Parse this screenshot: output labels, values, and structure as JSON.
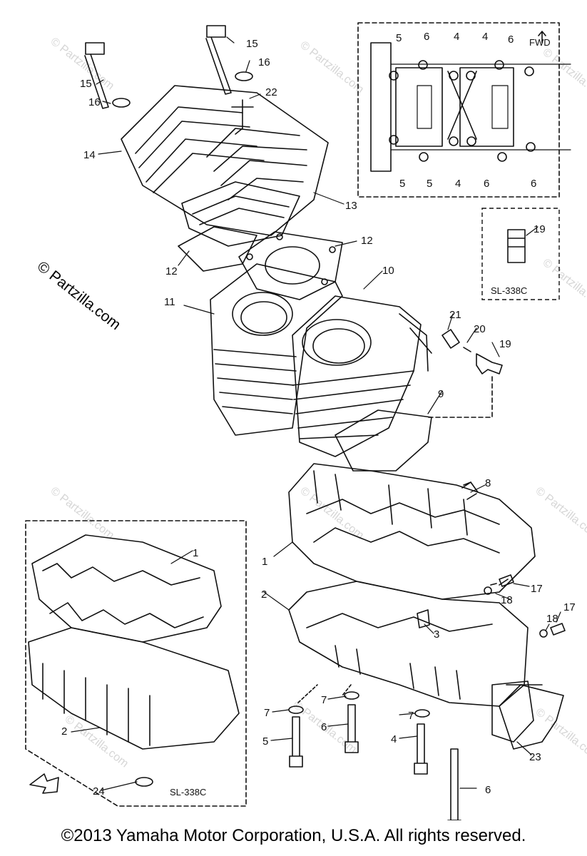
{
  "copyright_footer": "©2013 Yamaha Motor Corporation, U.S.A. All rights reserved.",
  "side_watermark": "© Partzilla.com",
  "watermark": "© Partzilla.com",
  "fwd_label": "FWD",
  "sl_note_top": "SL-338C",
  "sl_note_bottom": "SL-338C",
  "callouts": {
    "c1": "1",
    "c1b": "1",
    "c2": "2",
    "c2b": "2",
    "c3": "3",
    "c4": "4",
    "c5": "5",
    "c6": "6",
    "c6b": "6",
    "c7a": "7",
    "c7b": "7",
    "c7c": "7",
    "c8": "8",
    "c9": "9",
    "c10": "10",
    "c11": "11",
    "c12a": "12",
    "c12b": "12",
    "c13": "13",
    "c14": "14",
    "c15a": "15",
    "c15b": "15",
    "c16a": "16",
    "c16b": "16",
    "c17a": "17",
    "c17b": "17",
    "c18a": "18",
    "c18b": "18",
    "c19a": "19",
    "c19b": "19",
    "c20": "20",
    "c21": "21",
    "c22": "22",
    "c23": "23",
    "c24": "24"
  },
  "torque_callouts": [
    "5",
    "6",
    "4",
    "4",
    "6",
    "5",
    "5",
    "4",
    "6",
    "6"
  ]
}
